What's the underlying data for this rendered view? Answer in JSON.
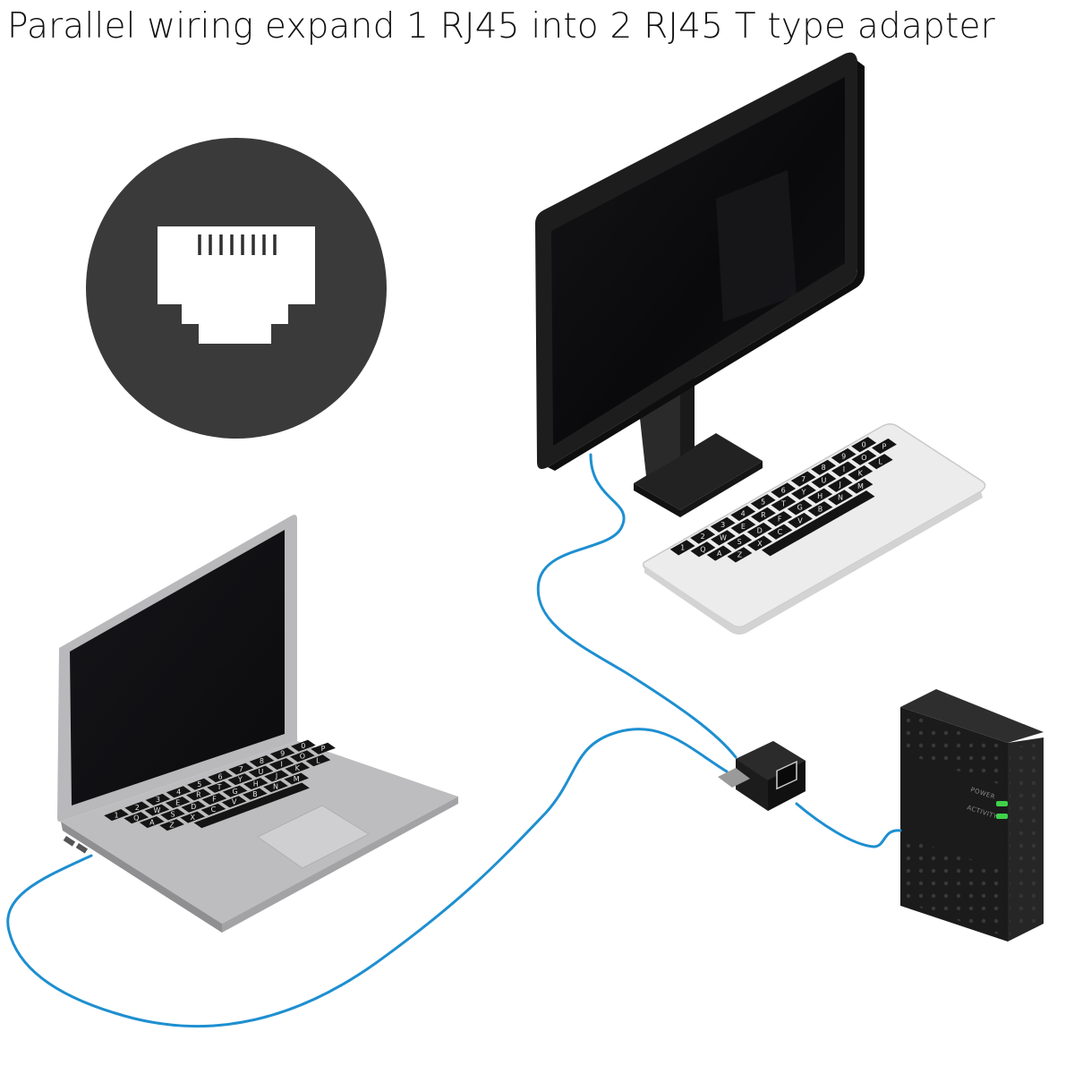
{
  "title": "Parallel wiring expand 1 RJ45 into 2 RJ45 T type adapter",
  "router": {
    "power_label": "POWER",
    "activity_label": "ACTIVITY"
  },
  "colors": {
    "cable": "#1e8fd0",
    "badge": "#3a3a3a",
    "device_dark": "#1a1a1a",
    "laptop_body": "#b9b9bb",
    "keyboard_body": "#ececec",
    "led_green": "#3fd24b"
  },
  "icons": {
    "badge": "ethernet-port-icon"
  },
  "keyboard": {
    "number_row": [
      "1",
      "2",
      "3",
      "4",
      "5",
      "6",
      "7",
      "8",
      "9",
      "0"
    ],
    "top_row": [
      "Q",
      "W",
      "E",
      "R",
      "T",
      "Y",
      "U",
      "I",
      "O",
      "P"
    ],
    "home_row": [
      "A",
      "S",
      "D",
      "F",
      "G",
      "H",
      "J",
      "K",
      "L"
    ],
    "bottom_row": [
      "Z",
      "X",
      "C",
      "V",
      "B",
      "N",
      "M"
    ]
  }
}
